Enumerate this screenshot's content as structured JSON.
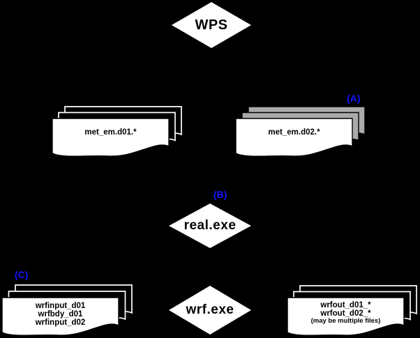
{
  "colors": {
    "background": "#000000",
    "shape_fill": "#ffffff",
    "back_sheet_gray": "#aaaaaa",
    "annotation_blue": "#1414ff",
    "text": "#000000"
  },
  "nodes": {
    "wps": {
      "label": "WPS"
    },
    "real": {
      "label": "real.exe",
      "annotation": "(B)"
    },
    "wrf": {
      "label": "wrf.exe"
    }
  },
  "stacks": {
    "met_em_d01": {
      "label": "met_em.d01.*"
    },
    "met_em_d02": {
      "label": "met_em.d02.*",
      "annotation": "(A)"
    },
    "wrfinput": {
      "annotation": "(C)",
      "lines": [
        "wrfinput_d01",
        "wrfbdy_d01",
        "wrfinput_d02"
      ]
    },
    "wrfout": {
      "lines": [
        "wrfout_d01_*",
        "wrfout_d02_*"
      ],
      "note": "(may be multiple files)"
    }
  }
}
